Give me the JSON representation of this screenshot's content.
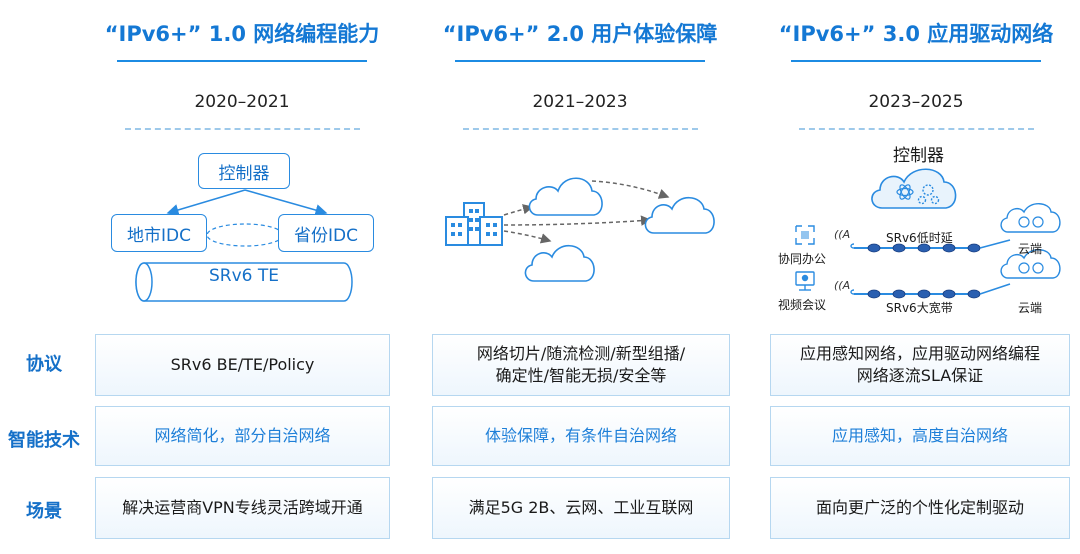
{
  "phases": [
    {
      "title": "“IPv6+” 1.0 网络编程能力",
      "years": "2020–2021"
    },
    {
      "title": "“IPv6+” 2.0 用户体验保障",
      "years": "2021–2023"
    },
    {
      "title": "“IPv6+” 3.0 应用驱动网络",
      "years": "2023–2025"
    }
  ],
  "diagram1": {
    "controller": "控制器",
    "left_node": "地市IDC",
    "right_node": "省份IDC",
    "tunnel": "SRv6 TE"
  },
  "diagram3": {
    "controller": "控制器",
    "row1": {
      "left": "协同办公",
      "link": "SRv6低时延",
      "right": "云端"
    },
    "row2": {
      "left": "视频会议",
      "link": "SRv6大宽带",
      "right": "云端"
    }
  },
  "rows": [
    {
      "label": "协议",
      "cells": [
        "SRv6 BE/TE/Policy",
        "网络切片/随流检测/新型组播/\n确定性/智能无损/安全等",
        "应用感知网络，应用驱动网络编程\n网络逐流SLA保证"
      ]
    },
    {
      "label": "智能技术",
      "cells": [
        "网络简化，部分自治网络",
        "体验保障，有条件自治网络",
        "应用感知，高度自治网络"
      ]
    },
    {
      "label": "场景",
      "cells": [
        "解决运营商VPN专线灵活跨域开通",
        "满足5G 2B、云网、工业互联网",
        "面向更广泛的个性化定制驱动"
      ]
    }
  ],
  "colors": {
    "accent": "#1478d4",
    "cell_border": "#b6d7f0",
    "rule": "#1c8be3"
  }
}
